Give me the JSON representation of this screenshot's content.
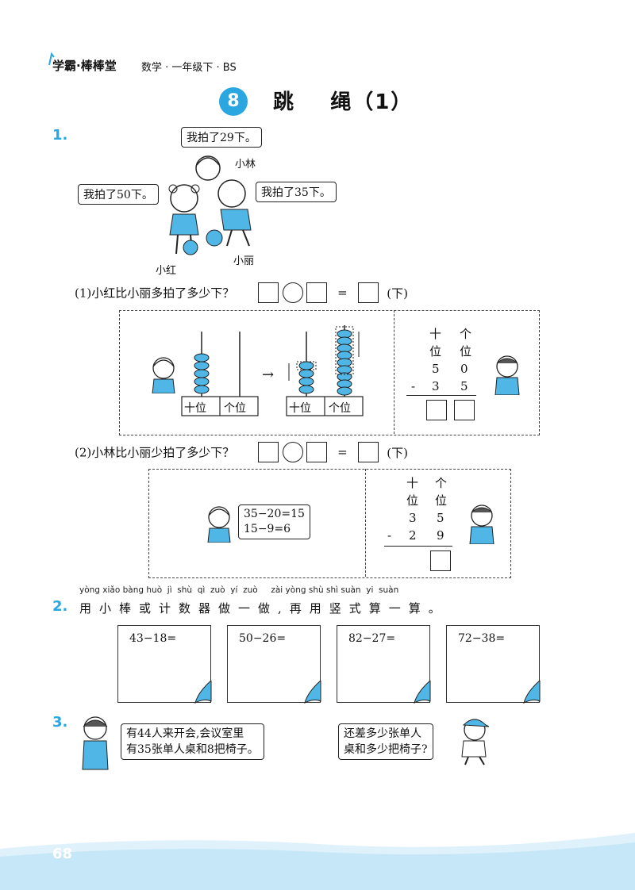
{
  "header": {
    "brand": "学霸·棒棒堂",
    "subtitle": "数学 · 一年级下 · BS"
  },
  "lesson": {
    "number": "8",
    "title": "跳    绳（1）"
  },
  "q1": {
    "number": "1.",
    "bubbles": [
      "我拍了29下。",
      "我拍了50下。",
      "我拍了35下。"
    ],
    "names": [
      "小林",
      "小红",
      "小丽"
    ],
    "part1": {
      "question": "(1)小红比小丽多拍了多少下？",
      "equals": "=",
      "unit": "(下)",
      "place_labels": [
        "十位",
        "个位"
      ],
      "arrow": "→",
      "vertical": {
        "header_tens": "十",
        "header_ones": "个",
        "header_wei": "位",
        "row1": [
          "5",
          "0"
        ],
        "op": "-",
        "row2": [
          "3",
          "5"
        ]
      }
    },
    "part2": {
      "question": "(2)小林比小丽少拍了多少下？",
      "equals": "=",
      "unit": "(下)",
      "thought": [
        "35−20=15",
        "15−9=6"
      ],
      "vertical": {
        "header_tens": "十",
        "header_ones": "个",
        "header_wei": "位",
        "row1": [
          "3",
          "5"
        ],
        "op": "-",
        "row2": [
          "2",
          "9"
        ]
      }
    }
  },
  "q2": {
    "number": "2.",
    "pinyin": "yòng xiǎo bàng huò  jì  shù  qì  zuò  yí  zuò     zài yòng shù shì suàn  yi  suàn",
    "text": "用小棒或计数器做一做,再用竖式算一算。",
    "cards": [
      "43−18=",
      "50−26=",
      "82−27=",
      "72−38="
    ]
  },
  "q3": {
    "number": "3.",
    "bubble_left": [
      "有44人来开会,会议室里",
      "有35张单人桌和8把椅子。"
    ],
    "bubble_right": [
      "还差多少张单人",
      "桌和多少把椅子?"
    ]
  },
  "footer": {
    "page": "68"
  },
  "colors": {
    "accent": "#2aa7e0",
    "bead": "#4fb6e6",
    "band": "#dff1fb"
  }
}
